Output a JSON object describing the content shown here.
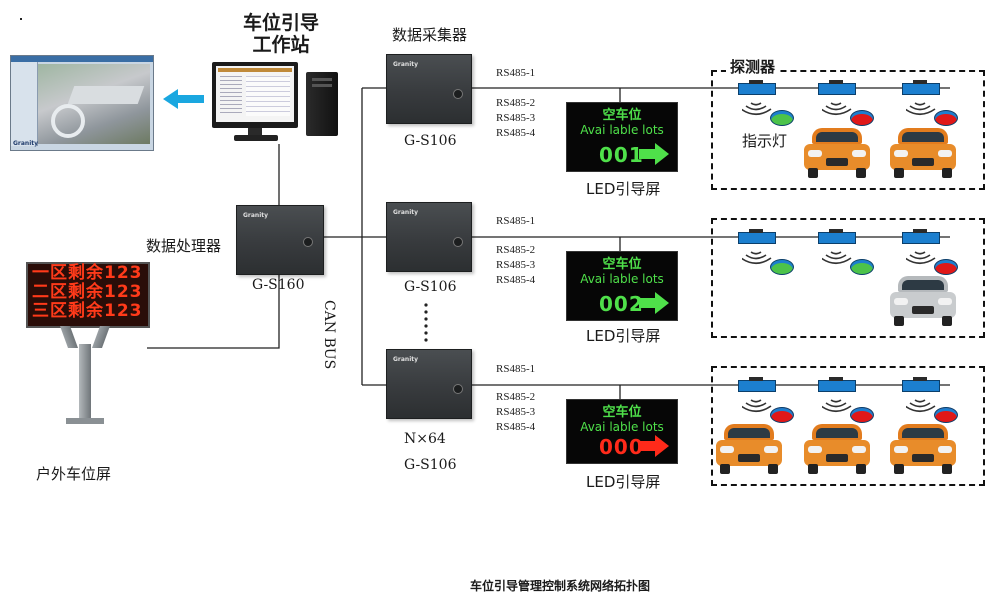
{
  "workstation": {
    "title_line1": "车位引导",
    "title_line2": "工作站",
    "app_brand": "Granity"
  },
  "processor": {
    "label": "数据处理器",
    "model": "G-S160",
    "brand": "Granity"
  },
  "outdoor_screen": {
    "rows": [
      "一区剩余123",
      "二区剩余123",
      "三区剩余123"
    ],
    "label": "户外车位屏"
  },
  "bus_label": "CAN BUS",
  "collectors": {
    "header": "数据采集器",
    "brand": "Granity",
    "items": [
      {
        "model": "G-S106",
        "note": ""
      },
      {
        "model": "G-S106",
        "note": ""
      },
      {
        "model": "G-S106",
        "note": "N×64"
      }
    ]
  },
  "rs485": [
    "RS485-1",
    "RS485-2",
    "RS485-3",
    "RS485-4"
  ],
  "led_screens": [
    {
      "line1": "空车位",
      "line2": "Avai lable lots",
      "number": "001",
      "color": "#4fe04a",
      "label": "LED引导屏"
    },
    {
      "line1": "空车位",
      "line2": "Avai lable lots",
      "number": "002",
      "color": "#4fe04a",
      "label": "LED引导屏"
    },
    {
      "line1": "空车位",
      "line2": "Avai lable lots",
      "number": "000",
      "color": "#ff2a1a",
      "label": "LED引导屏"
    }
  ],
  "detector_label": "探测器",
  "indicator_label": "指示灯",
  "indicator_colors": {
    "free": "#4cc34a",
    "occupied": "#e01818"
  },
  "zones": [
    {
      "indicators": [
        "free",
        "occupied",
        "occupied"
      ],
      "cars": [
        false,
        true,
        true
      ]
    },
    {
      "indicators": [
        "free",
        "free",
        "occupied"
      ],
      "cars": [
        false,
        false,
        true
      ]
    },
    {
      "indicators": [
        "occupied",
        "occupied",
        "occupied"
      ],
      "cars": [
        true,
        true,
        true
      ]
    }
  ],
  "caption": "车位引导管理控制系统网络拓扑图"
}
